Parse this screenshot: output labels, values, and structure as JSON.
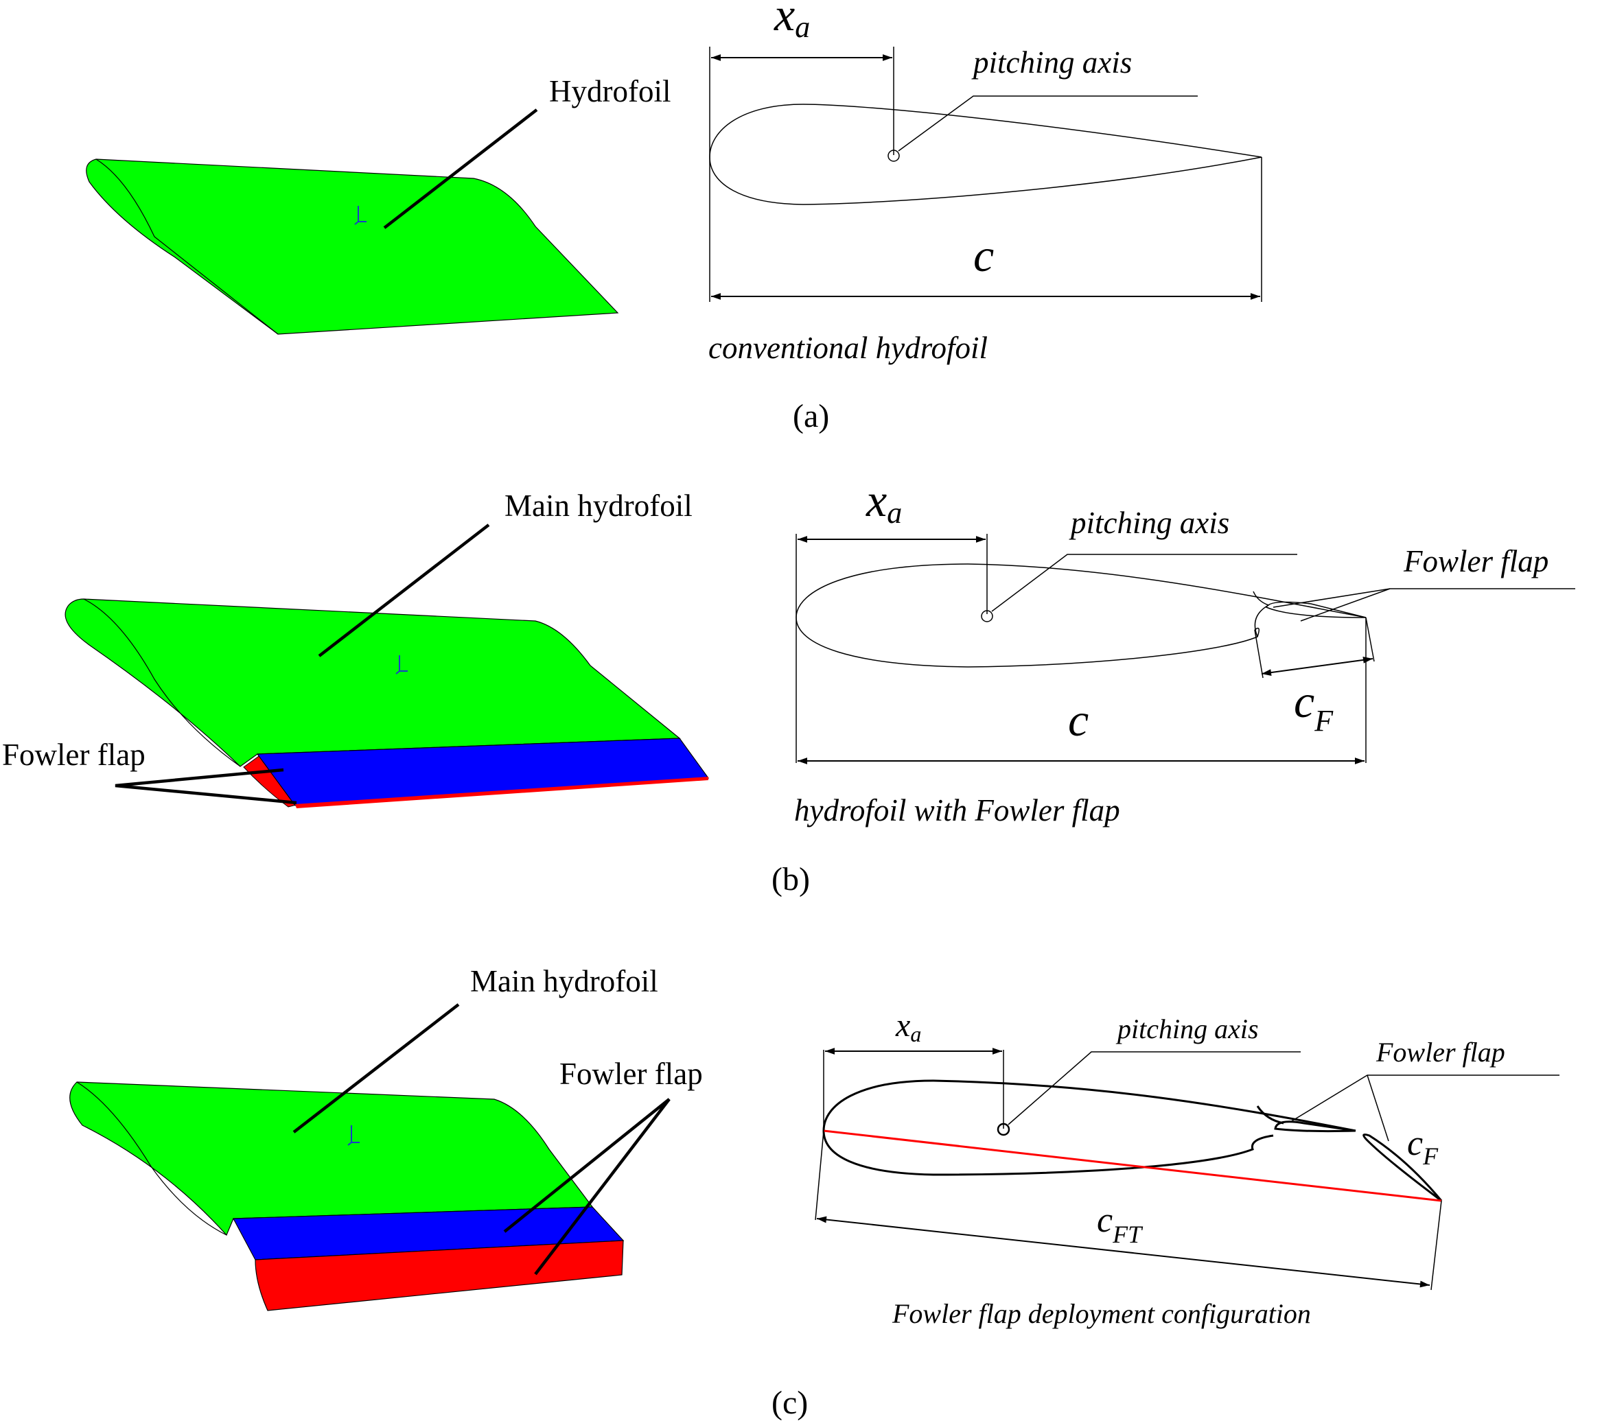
{
  "colors": {
    "main_hydrofoil": "#00ff00",
    "flap_top": "#0000ff",
    "flap_bottom": "#ff0000",
    "chord_line": "#ff0000",
    "line": "#000000"
  },
  "panel_a": {
    "caption": "(a)",
    "label_hydrofoil": "Hydrofoil",
    "sym_xa": "x",
    "sym_xa_sub": "a",
    "label_pitching_axis": "pitching axis",
    "sym_c": "c",
    "title": "conventional hydrofoil"
  },
  "panel_b": {
    "caption": "(b)",
    "label_main_hydrofoil": "Main hydrofoil",
    "label_fowler_flap_3d": "Fowler flap",
    "sym_xa": "x",
    "sym_xa_sub": "a",
    "label_pitching_axis": "pitching axis",
    "label_fowler_flap": "Fowler flap",
    "sym_cf": "c",
    "sym_cf_sub": "F",
    "sym_c": "c",
    "title": "hydrofoil with Fowler flap"
  },
  "panel_c": {
    "caption": "(c)",
    "label_main_hydrofoil": "Main hydrofoil",
    "label_fowler_flap_3d": "Fowler flap",
    "sym_xa": "x",
    "sym_xa_sub": "a",
    "label_pitching_axis": "pitching axis",
    "label_fowler_flap": "Fowler flap",
    "sym_cf": "c",
    "sym_cf_sub": "F",
    "sym_cft": "c",
    "sym_cft_sub": "FT",
    "title": "Fowler flap deployment configuration"
  }
}
